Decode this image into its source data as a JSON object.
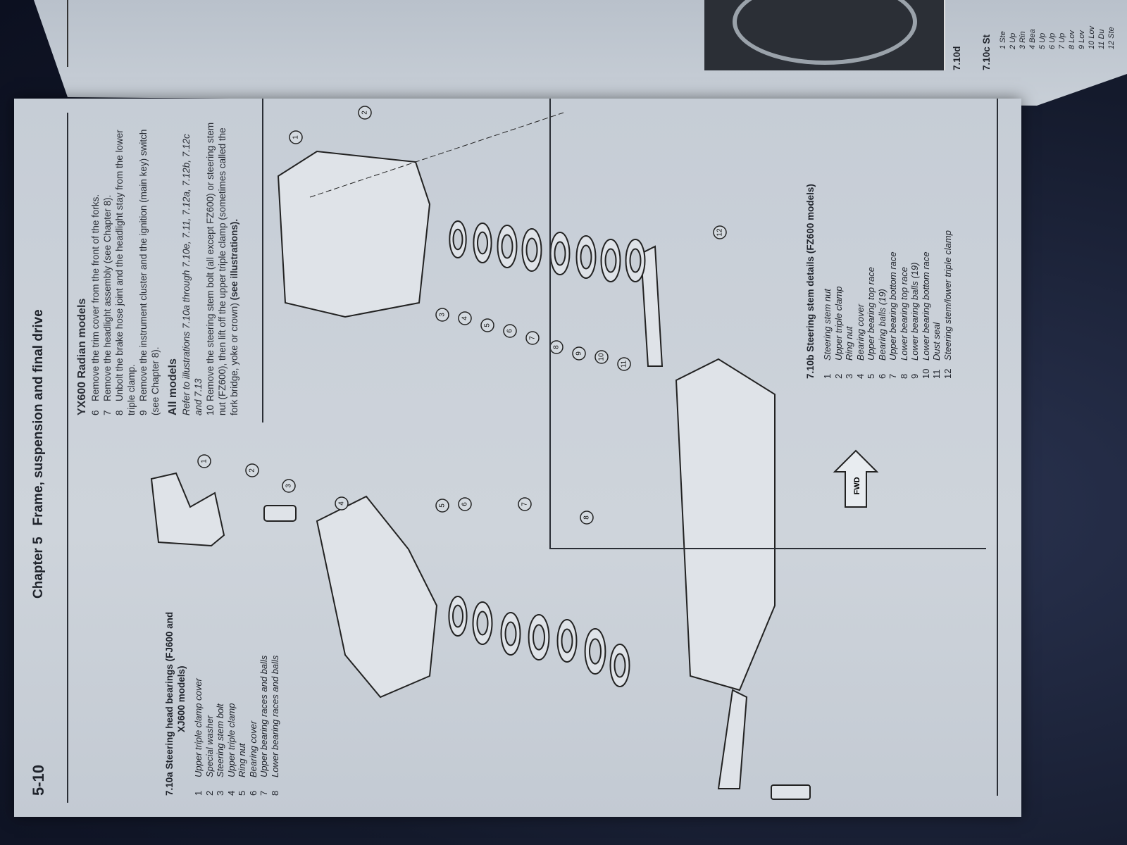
{
  "header": {
    "page_number": "5-10",
    "chapter": "Chapter 5",
    "title": "Frame, suspension and final drive"
  },
  "section_yx600": {
    "heading": "YX600 Radian models",
    "steps": [
      {
        "num": "6",
        "text": "Remove the trim cover from the front of the forks."
      },
      {
        "num": "7",
        "text": "Remove the headlight assembly (see Chapter 8)."
      },
      {
        "num": "8",
        "text": "Unbolt the brake hose joint and the headlight stay from the lower",
        "cont": "triple clamp."
      },
      {
        "num": "9",
        "text": "Remove the instrument cluster and the ignition (main key) switch",
        "cont": "(see Chapter 8)."
      }
    ]
  },
  "section_all": {
    "heading": "All models",
    "intro": "Refer to illustrations 7.10a through 7.10e, 7.11, 7.12a, 7.12b, 7.12c",
    "intro_cont": "and 7.13",
    "step_num": "10",
    "step_line1": "Remove the steering stem bolt (all except FZ600) or steering stem",
    "step_line2": "nut (FZ600), then lift off the upper triple clamp (sometimes called the",
    "step_line3": "fork bridge, yoke or crown)",
    "step_link": "(see illustrations)."
  },
  "figure_a": {
    "caption_line1": "7.10a  Steering head bearings (FJ600 and",
    "caption_line2": "XJ600 models)",
    "callouts": [
      "1",
      "2",
      "3",
      "4",
      "5",
      "6",
      "7",
      "8"
    ],
    "items": [
      {
        "num": "1",
        "label": "Upper triple clamp cover"
      },
      {
        "num": "2",
        "label": "Special washer"
      },
      {
        "num": "3",
        "label": "Steering stem bolt"
      },
      {
        "num": "4",
        "label": "Upper triple clamp"
      },
      {
        "num": "5",
        "label": "Ring nut"
      },
      {
        "num": "6",
        "label": "Bearing cover"
      },
      {
        "num": "7",
        "label": "Upper bearing races and balls"
      },
      {
        "num": "8",
        "label": "Lower bearing races and balls"
      }
    ]
  },
  "figure_b": {
    "caption": "7.10b  Steering stem details (FZ600 models)",
    "fwd_label": "FWD",
    "callouts": [
      "1",
      "2",
      "3",
      "4",
      "5",
      "6",
      "7",
      "8",
      "9",
      "10",
      "11",
      "12"
    ],
    "items": [
      {
        "num": "1",
        "label": "Steering stem nut"
      },
      {
        "num": "2",
        "label": "Upper triple clamp"
      },
      {
        "num": "3",
        "label": "Ring nut"
      },
      {
        "num": "4",
        "label": "Bearing cover"
      },
      {
        "num": "5",
        "label": "Upper bearing top race"
      },
      {
        "num": "6",
        "label": "Bearing balls (19)"
      },
      {
        "num": "7",
        "label": "Upper bearing bottom race"
      },
      {
        "num": "8",
        "label": "Lower bearing top race"
      },
      {
        "num": "9",
        "label": "Lower bearing balls (19)"
      },
      {
        "num": "10",
        "label": "Lower bearing bottom race"
      },
      {
        "num": "11",
        "label": "Dust seal"
      },
      {
        "num": "12",
        "label": "Steering stem/lower triple clamp"
      }
    ]
  },
  "facing_page": {
    "caption_c": "7.10c  St",
    "list_c": [
      "1  Ste",
      "2  Up",
      "3  Rin",
      "4  Bea",
      "5  Up",
      "6  Up",
      "7  Up",
      "8  Lov",
      "9  Lov",
      "10  Lov",
      "11  Du",
      "12  Ste"
    ],
    "caption_d": "7.10d"
  }
}
